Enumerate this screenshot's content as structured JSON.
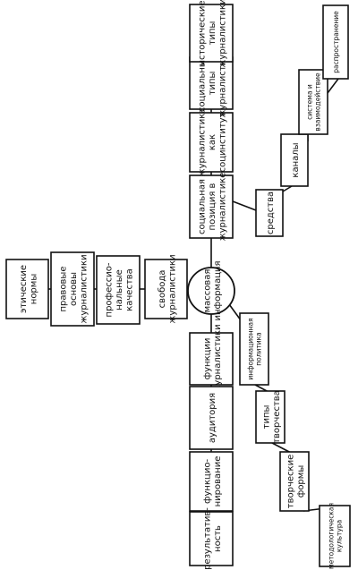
{
  "diagram": {
    "center": {
      "id": "mass-info",
      "lines": [
        "массовая",
        "информация"
      ]
    },
    "nodes": [
      {
        "id": "ethics",
        "lines": [
          "этические",
          "нормы"
        ]
      },
      {
        "id": "legal",
        "lines": [
          "правовые",
          "основы",
          "журналистики"
        ]
      },
      {
        "id": "prof",
        "lines": [
          "профессио-",
          "нальные",
          "качества"
        ]
      },
      {
        "id": "freedom",
        "lines": [
          "свобода",
          "журналистики"
        ]
      },
      {
        "id": "social-pos",
        "lines": [
          "социальная",
          "позиция в",
          "журналистике"
        ]
      },
      {
        "id": "social-inst",
        "lines": [
          "журналистика",
          "как",
          "социнститут"
        ]
      },
      {
        "id": "social-types",
        "lines": [
          "социальные",
          "типы",
          "журналистики"
        ]
      },
      {
        "id": "hist-types",
        "lines": [
          "исторические",
          "типы",
          "журналистики"
        ]
      },
      {
        "id": "functions",
        "lines": [
          "функции",
          "журналистики"
        ]
      },
      {
        "id": "audience",
        "lines": [
          "аудитория"
        ]
      },
      {
        "id": "functioning",
        "lines": [
          "функцио-",
          "нирование"
        ]
      },
      {
        "id": "result",
        "lines": [
          "результатив-",
          "ность"
        ]
      },
      {
        "id": "means",
        "lines": [
          "средства"
        ]
      },
      {
        "id": "channels",
        "lines": [
          "каналы"
        ]
      },
      {
        "id": "system",
        "lines": [
          "система и",
          "взаимодействие"
        ]
      },
      {
        "id": "distribution",
        "lines": [
          "распространение"
        ]
      },
      {
        "id": "info-policy",
        "lines": [
          "информационная",
          "политика"
        ]
      },
      {
        "id": "creative-types",
        "lines": [
          "типы",
          "творчества"
        ]
      },
      {
        "id": "creative-forms",
        "lines": [
          "творческие",
          "формы"
        ]
      },
      {
        "id": "method-culture",
        "lines": [
          "методологическая",
          "культура"
        ]
      }
    ]
  }
}
